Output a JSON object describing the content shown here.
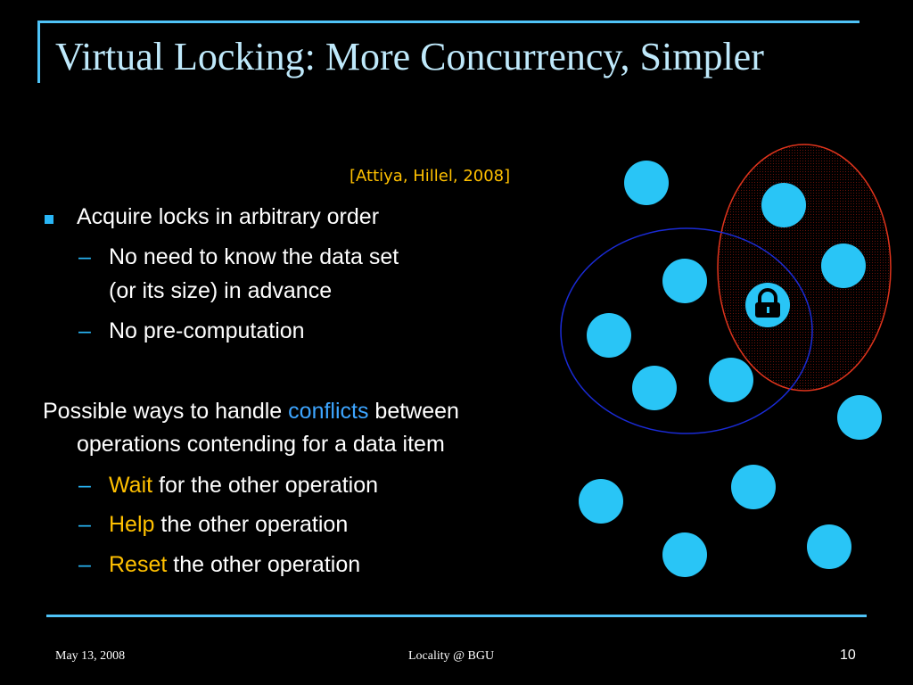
{
  "slide": {
    "title": "Virtual Locking: More Concurrency, Simpler",
    "citation": "[Attiya, Hillel, 2008]",
    "bullet1": "Acquire locks in arbitrary order",
    "sub1_line1": "No need to know the data set",
    "sub1_line2": "(or its size) in advance",
    "sub2": "No pre-computation",
    "para_prefix": "Possible ways to handle ",
    "para_highlight": "conflicts",
    "para_suffix": " between",
    "para_line2": "operations contending for a data item",
    "opt1_key": "Wait",
    "opt1_rest": " for the other operation",
    "opt2_key": "Help",
    "opt2_rest": " the other operation",
    "opt3_key": "Reset",
    "opt3_rest": " the other operation",
    "dash": "–"
  },
  "footer": {
    "date": "May 13, 2008",
    "center": "Locality @ BGU",
    "page": "10"
  },
  "diagram": {
    "node_count": 13,
    "icons": [
      "lock-icon"
    ],
    "colors": {
      "node": "#29c5f6",
      "blue_ellipse": "#1a2bd6",
      "red_ellipse": "#e0341c",
      "lock": "#000000"
    }
  },
  "colors": {
    "title": "#bfe9fb",
    "accent_line": "#4fc3f7",
    "highlight_blue": "#3da5ff",
    "highlight_gold": "#ffc000"
  }
}
